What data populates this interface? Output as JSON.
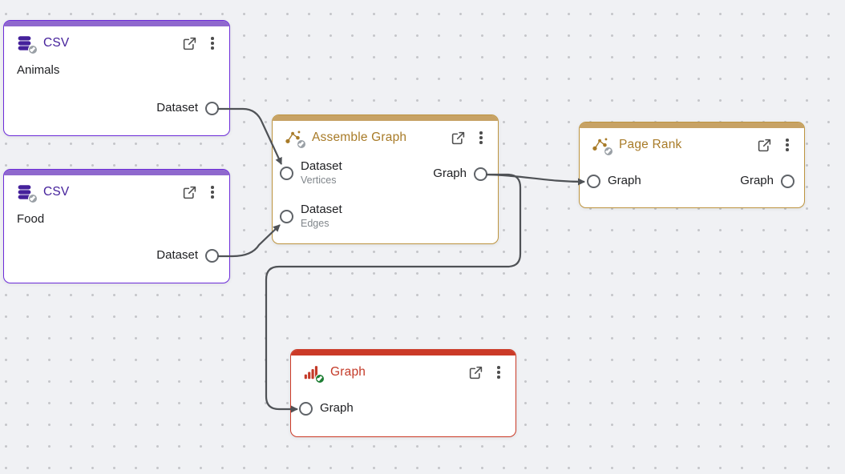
{
  "canvas": {
    "background_color": "#f0f1f4",
    "dot_color": "#c5c6ca",
    "edge_color": "#4f5256"
  },
  "nodes": [
    {
      "id": "csv-animals",
      "title": "CSV",
      "parameter_text": "Animals",
      "icon": "database-icon",
      "status_icon": "check",
      "colors": {
        "bar": "#8f68ce",
        "border": "#6c2bd9",
        "accent": "#45219b",
        "badge": "#9aa0a6"
      },
      "outputs": [
        {
          "label": "Dataset"
        }
      ]
    },
    {
      "id": "csv-food",
      "title": "CSV",
      "parameter_text": "Food",
      "icon": "database-icon",
      "status_icon": "check",
      "colors": {
        "bar": "#8f68ce",
        "border": "#6c2bd9",
        "accent": "#45219b",
        "badge": "#9aa0a6"
      },
      "outputs": [
        {
          "label": "Dataset"
        }
      ]
    },
    {
      "id": "assemble-graph",
      "title": "Assemble Graph",
      "icon": "network-icon",
      "status_icon": "check",
      "colors": {
        "bar": "#c7a265",
        "border": "#bd9440",
        "accent": "#a87b28",
        "badge": "#9aa0a6"
      },
      "inputs": [
        {
          "label": "Dataset",
          "sublabel": "Vertices"
        },
        {
          "label": "Dataset",
          "sublabel": "Edges"
        }
      ],
      "outputs": [
        {
          "label": "Graph"
        }
      ]
    },
    {
      "id": "page-rank",
      "title": "Page Rank",
      "icon": "network-icon",
      "status_icon": "check",
      "colors": {
        "bar": "#c7a265",
        "border": "#bd9440",
        "accent": "#a87b28",
        "badge": "#9aa0a6"
      },
      "inputs": [
        {
          "label": "Graph"
        }
      ],
      "outputs": [
        {
          "label": "Graph"
        }
      ]
    },
    {
      "id": "graph-visualization",
      "title": "Graph",
      "icon": "bar-chart-icon",
      "status_icon": "check-green",
      "colors": {
        "bar": "#cb3a27",
        "border": "#cb3a27",
        "accent": "#c43a28",
        "badge": "#1e7e34"
      },
      "inputs": [
        {
          "label": "Graph"
        }
      ]
    }
  ],
  "edges": [
    {
      "from": "csv-animals:Dataset",
      "to": "assemble-graph:Vertices"
    },
    {
      "from": "csv-food:Dataset",
      "to": "assemble-graph:Edges"
    },
    {
      "from": "assemble-graph:Graph",
      "to": "page-rank:Graph"
    },
    {
      "from": "assemble-graph:Graph",
      "to": "graph-visualization:Graph"
    }
  ]
}
